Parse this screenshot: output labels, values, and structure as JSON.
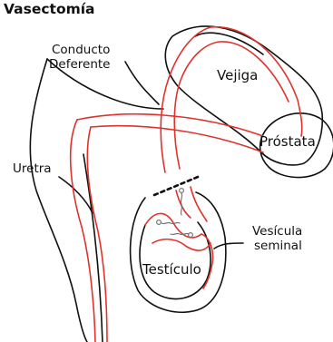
{
  "title": "Vasectomía",
  "labels": {
    "conducto_line1": "Conducto",
    "conducto_line2": "Deferente",
    "vejiga": "Vejiga",
    "prostata": "Próstata",
    "uretra": "Uretra",
    "vesicula_line1": "Vesícula",
    "vesicula_line2": "seminal",
    "testiculo": "Testículo"
  },
  "colors": {
    "outline": "#111111",
    "duct": "#e0322d",
    "background": "#ffffff"
  }
}
